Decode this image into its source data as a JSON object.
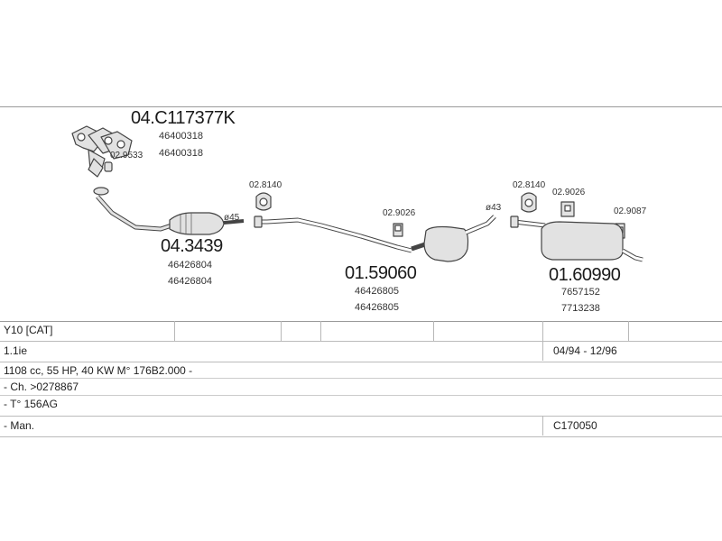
{
  "parts": {
    "manifold": {
      "code": "04.C117377K",
      "oem": [
        "46400318",
        "46400318"
      ],
      "fitting": "02.9533"
    },
    "catalyst": {
      "code": "04.3439",
      "oem": [
        "46426804",
        "46426804"
      ],
      "diameter": "ø45"
    },
    "front_hanger": {
      "code": "02.8140"
    },
    "middle_silencer": {
      "code": "01.59060",
      "oem": [
        "46426805",
        "46426805"
      ],
      "hanger": "02.9026",
      "diameter": "ø43"
    },
    "rear_hanger_a": {
      "code": "02.8140"
    },
    "rear_hanger_b": {
      "code": "02.9026"
    },
    "rear_hanger_c": {
      "code": "02.9087"
    },
    "rear_silencer": {
      "code": "01.60990",
      "oem": [
        "7657152",
        "7713238"
      ]
    }
  },
  "table": {
    "model": "Y10  [CAT]",
    "engine": "1.1ie",
    "years": "04/94 - 12/96",
    "spec": "1108 cc, 55 HP, 40 KW M° 176B2.000 -",
    "chassis": "- Ch. >0278867",
    "type": "- T° 156AG",
    "gearbox": "- Man.",
    "ref": "C170050"
  },
  "colors": {
    "line": "#444444",
    "rule": "#9a9a9a",
    "fill": "#d9d9d9"
  }
}
